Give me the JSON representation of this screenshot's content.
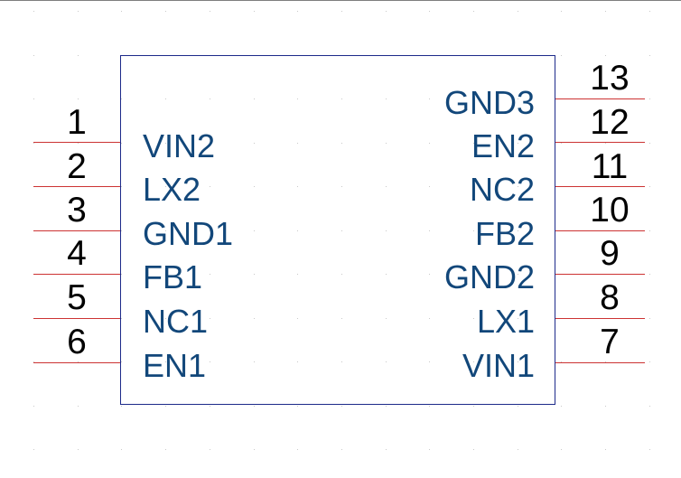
{
  "colors": {
    "pin_line": "#cc3333",
    "body_outline": "#1d2a8a",
    "pin_name": "#12477a",
    "pin_number": "#000000",
    "grid_dot": "#c9c9c9"
  },
  "component": {
    "left_pins": [
      {
        "number": "1",
        "name": "VIN2"
      },
      {
        "number": "2",
        "name": "LX2"
      },
      {
        "number": "3",
        "name": "GND1"
      },
      {
        "number": "4",
        "name": "FB1"
      },
      {
        "number": "5",
        "name": "NC1"
      },
      {
        "number": "6",
        "name": "EN1"
      }
    ],
    "right_pins": [
      {
        "number": "13",
        "name": "GND3"
      },
      {
        "number": "12",
        "name": "EN2"
      },
      {
        "number": "11",
        "name": "NC2"
      },
      {
        "number": "10",
        "name": "FB2"
      },
      {
        "number": "9",
        "name": "GND2"
      },
      {
        "number": "8",
        "name": "LX1"
      },
      {
        "number": "7",
        "name": "VIN1"
      }
    ]
  }
}
